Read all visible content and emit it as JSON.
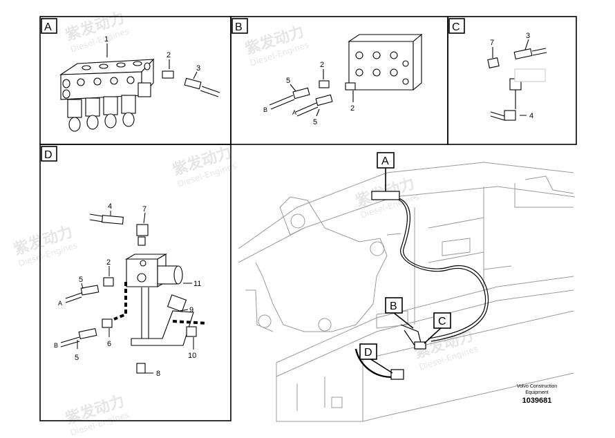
{
  "panels": {
    "A": {
      "letter": "A",
      "callouts": [
        "1",
        "2",
        "3"
      ]
    },
    "B": {
      "letter": "B",
      "callouts": [
        "2",
        "2",
        "5",
        "5"
      ],
      "ends": [
        "B",
        "A"
      ]
    },
    "C": {
      "letter": "C",
      "callouts": [
        "7",
        "3",
        "4"
      ]
    },
    "D": {
      "letter": "D",
      "callouts": [
        "4",
        "7",
        "2",
        "5",
        "11",
        "9",
        "6",
        "5",
        "10",
        "8"
      ],
      "ends": [
        "A",
        "B"
      ]
    },
    "main": {
      "markers": [
        "A",
        "B",
        "C",
        "D"
      ]
    }
  },
  "footer": {
    "caption_line1": "Volvo Construction",
    "caption_line2": "Equipment",
    "part_number": "1039681"
  },
  "watermark": {
    "brand": "紫发动力",
    "sub": "Diesel-Engines"
  }
}
